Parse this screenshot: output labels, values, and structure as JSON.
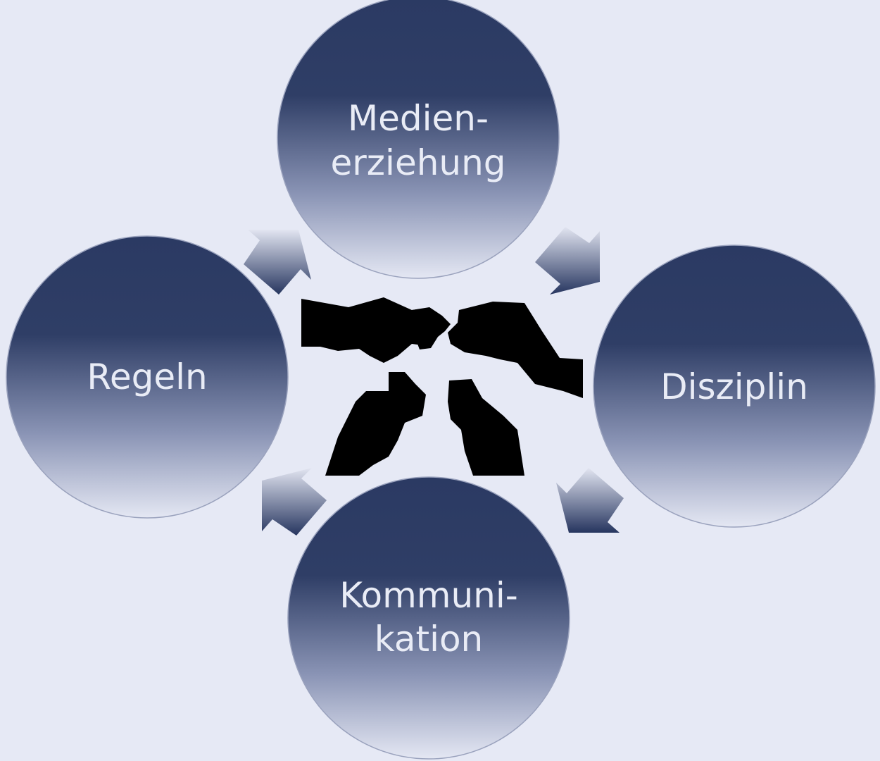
{
  "nodes": [
    {
      "id": "medienerziehung",
      "lines": [
        "Medien-",
        "erziehung"
      ]
    },
    {
      "id": "disziplin",
      "lines": [
        "Disziplin"
      ]
    },
    {
      "id": "kommunikation",
      "lines": [
        "Kommuni-",
        "kation"
      ]
    },
    {
      "id": "regeln",
      "lines": [
        "Regeln"
      ]
    }
  ],
  "colors": {
    "background": "#e6e9f5",
    "circle_dark": "#2b3a63",
    "circle_light": "#e4e7f3",
    "text": "#e9ecf6"
  },
  "center_icon": "puzzle-hands-icon"
}
